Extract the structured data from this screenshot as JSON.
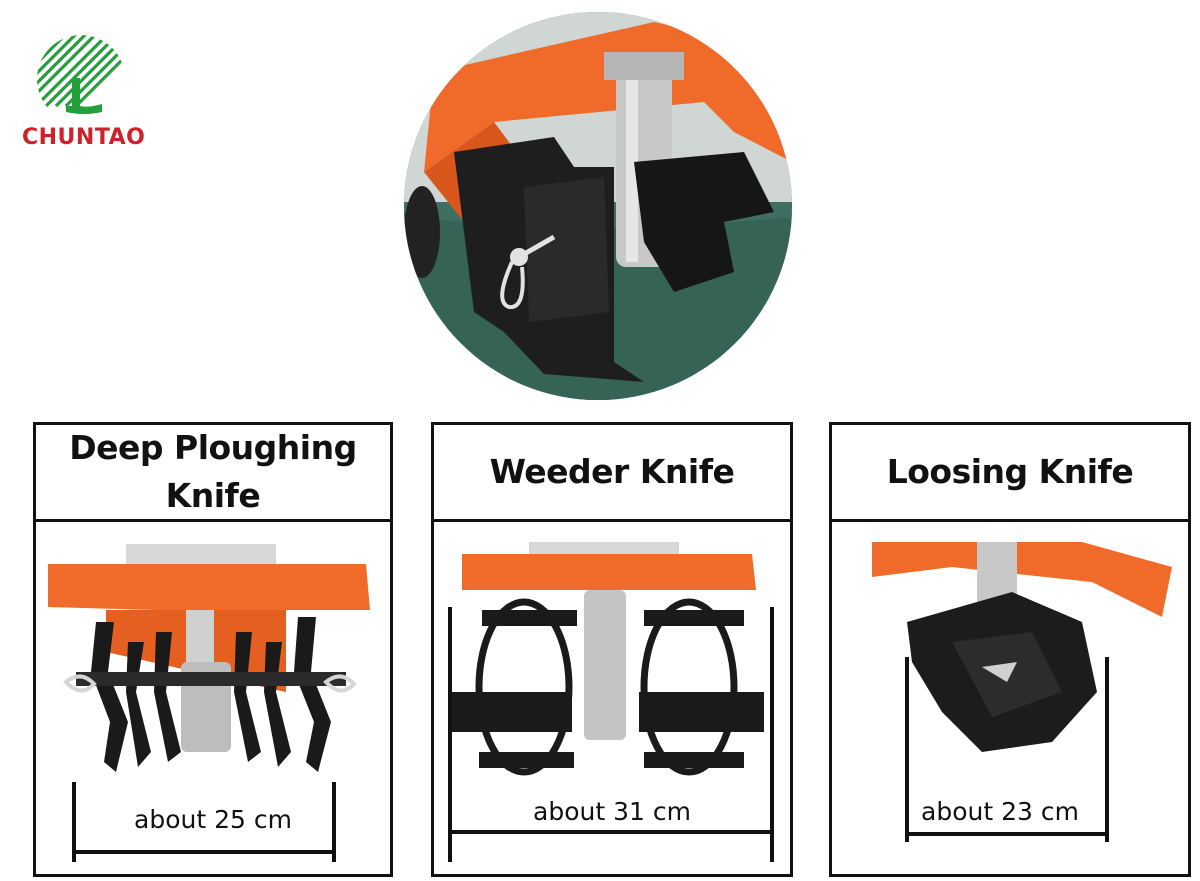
{
  "brand": {
    "name": "CHUNTAO",
    "logo_icon": "tree-stripes-icon",
    "colors": {
      "green": "#23a03c",
      "red": "#d0202a"
    }
  },
  "hero": {
    "icon": "tiller-blade-closeup"
  },
  "colors": {
    "orange": "#f06a2a",
    "blade": "#1c1c1c",
    "steel": "#cfcfcf"
  },
  "cards": [
    {
      "title_line1": "Deep Ploughing",
      "title_line2": "Knife",
      "measure": "about 25 cm"
    },
    {
      "title": "Weeder Knife",
      "measure": "about 31 cm"
    },
    {
      "title": "Loosing Knife",
      "measure": "about 23 cm"
    }
  ]
}
